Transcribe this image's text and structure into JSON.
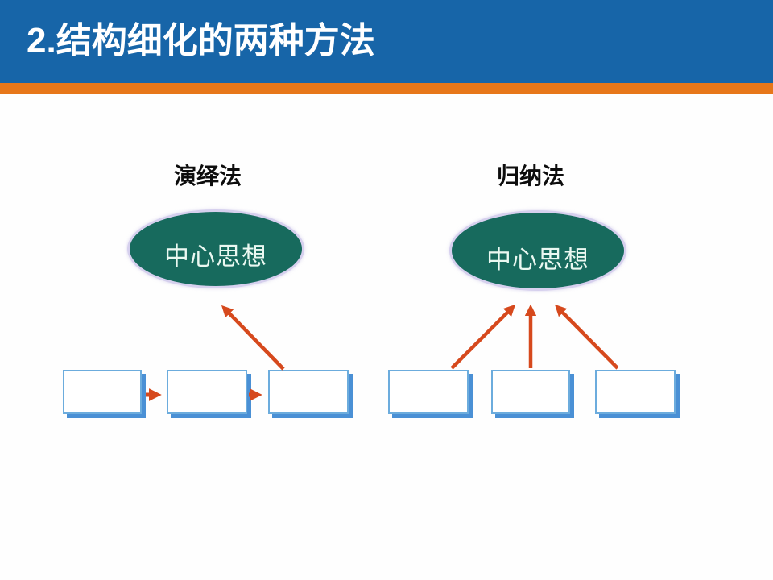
{
  "header": {
    "title": "2.结构细化的两种方法"
  },
  "deductive": {
    "label": "演绎法",
    "center_text": "中心思想"
  },
  "inductive": {
    "label": "归纳法",
    "center_text": "中心思想"
  },
  "colors": {
    "header_bar": "#1765a8",
    "header_accent": "#e7771a",
    "title_text": "#ffffff",
    "label_text": "#0d0d0d",
    "ellipse_fill": "#176a5d",
    "ellipse_border": "#d6d0ee",
    "ellipse_text": "#eaf8f1",
    "box_fill": "#ffffff",
    "box_border": "#6cacdd",
    "box_shadow": "#4a90d5",
    "arrow": "#d6491d",
    "background": "#fefefe"
  }
}
